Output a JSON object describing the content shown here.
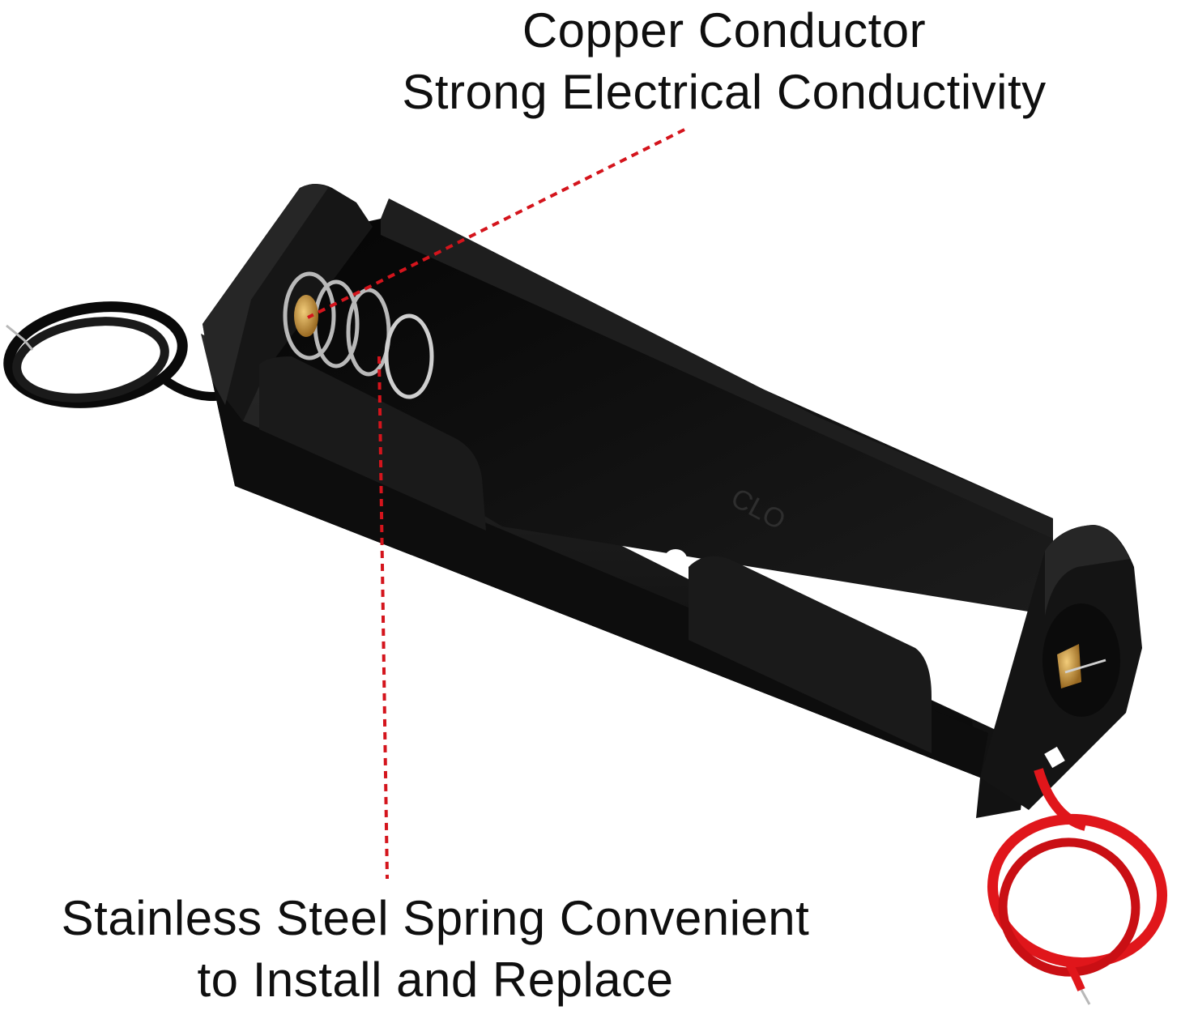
{
  "callouts": {
    "top": {
      "line1": "Copper Conductor",
      "line2": "Strong Electrical Conductivity"
    },
    "bottom": {
      "line1": "Stainless Steel Spring Convenient",
      "line2": "to Install and Replace"
    }
  },
  "product": {
    "embossed_text": "CLO"
  },
  "colors": {
    "background": "#ffffff",
    "holder_body": "#111111",
    "callout_line": "#d4141c",
    "black_wire": "#0a0a0a",
    "red_wire": "#e0161b",
    "copper": "#c9963f",
    "spring_steel": "#b9b9b9"
  }
}
